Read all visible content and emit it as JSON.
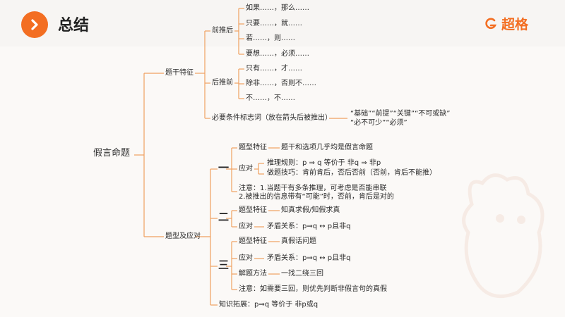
{
  "header": {
    "title": "总结",
    "logo": "超格"
  },
  "colors": {
    "accent": "#f36e22",
    "line": "#f0a060"
  },
  "root": "假言命题",
  "branch1": {
    "label": "题干特征",
    "front": {
      "label": "前推后",
      "items": [
        "如果……，那么……",
        "只要……，就……",
        "若……，则……",
        "要想……，必须……"
      ]
    },
    "back": {
      "label": "后推前",
      "items": [
        "只有……，才……",
        "除非……，否则不……",
        "不……，不……"
      ]
    },
    "necessary": {
      "label": "必要条件标志词（放在箭头后被推出）",
      "words_line1": "“基础”“前提”“关键”“不可或缺”",
      "words_line2": "“必不可少”“必须”"
    }
  },
  "branch2": {
    "label": "题型及应对",
    "one": {
      "num": "一",
      "feature_label": "题型特征",
      "feature_text": "题干和选项几乎均是假言命题",
      "resp_label": "应对",
      "rule": "推理规则：p ⇒ q  等价于  非q ⇒ 非p",
      "skill": "做题技巧：肯前肯后，否后否前（否前，肯后不能推）",
      "note1": "注意：1.当题干有多条推理，可考虑是否能串联",
      "note2": "2.被推出的信息带有“可能”时，否前，肯后是对的"
    },
    "two": {
      "num": "二",
      "feature_label": "题型特征",
      "feature_text": "知真求假/知假求真",
      "resp_label": "应对",
      "resp_text": "矛盾关系：p⇒q ↔ p且非q"
    },
    "three": {
      "num": "三",
      "feature_label": "题型特征",
      "feature_text": "真假话问题",
      "resp_label": "应对",
      "resp_text": "矛盾关系：p⇒q ↔ p且非q",
      "method_label": "解题方法",
      "method_text": "一找二绕三回",
      "note": "注意：如需要三回，则优先判断非假言句的真假"
    },
    "ext": "知识拓展：p⇒q 等价于 非p或q"
  }
}
